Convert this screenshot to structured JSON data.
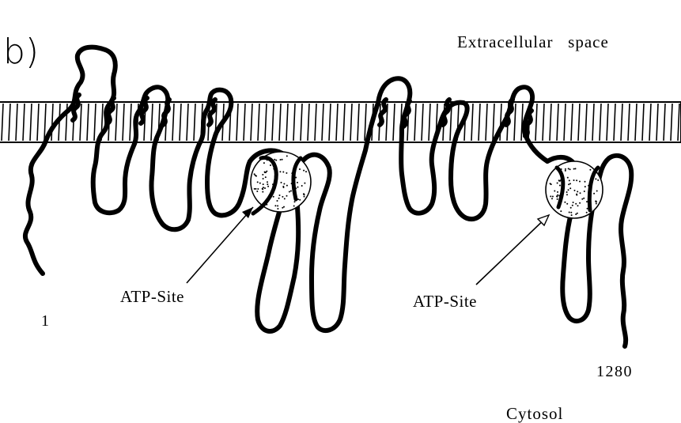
{
  "panel_label": "b)",
  "labels": {
    "extracellular": "Extracellular   space",
    "cytosol": "Cytosol",
    "atp_site_left": "ATP-Site",
    "atp_site_right": "ATP-Site",
    "n_terminus": "1",
    "c_terminus": "1280"
  }
}
